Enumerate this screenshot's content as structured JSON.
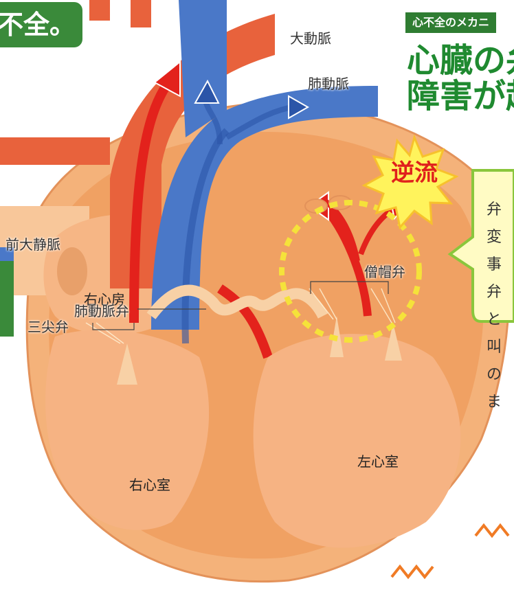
{
  "title_box": "不全。",
  "section_badge": "心不全のメカニ",
  "headline": {
    "line1": "心臓の弁",
    "line2": "障害が起"
  },
  "burst_label": "逆流",
  "callout_chars": [
    "弁",
    "変",
    "事",
    "弁",
    "と",
    "叫",
    "の",
    "ま"
  ],
  "labels": {
    "aorta": "大動脈",
    "pulmonary_artery": "肺動脈",
    "superior_vena_cava": "前大静脈",
    "right_atrium": "右心房",
    "pulmonary_valve": "肺動脈弁",
    "tricuspid_valve": "三尖弁",
    "right_ventricle": "右心室",
    "left_ventricle": "左心室",
    "mitral_valve": "僧帽弁"
  },
  "colors": {
    "green": "#3a8a3a",
    "heart_orange": "#f0a163",
    "heart_light": "#f8d1a6",
    "artery_red": "#e8502f",
    "vein_blue": "#4a78c8",
    "arrow_red": "#e3221c",
    "dash_yellow": "#f5e23a",
    "callout_bg": "#fffbc4"
  }
}
